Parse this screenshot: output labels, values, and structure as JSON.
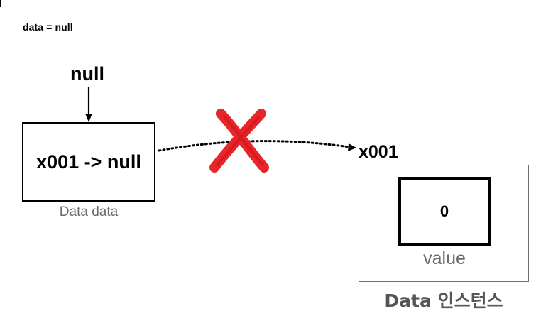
{
  "code": "data = null",
  "null_label": "null",
  "variable": {
    "box_text": "x001 -> null",
    "caption": "Data data"
  },
  "reference": {
    "state": "removed",
    "cross_color": "#e8262a"
  },
  "instance": {
    "address": "x001",
    "field_value": "0",
    "field_caption": "value",
    "caption": "Data 인스턴스"
  },
  "colors": {
    "caption_gray": "#6b6b6b",
    "instance_caption": "#555555",
    "cross": "#e8262a"
  }
}
